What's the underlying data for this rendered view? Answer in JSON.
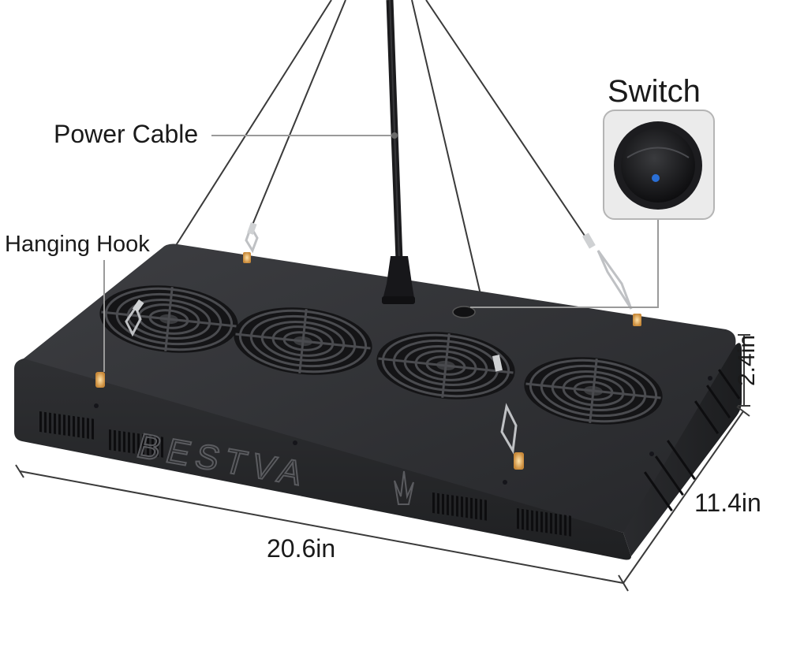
{
  "labels": {
    "power_cable": "Power Cable",
    "hanging_hook": "Hanging Hook",
    "switch": "Switch"
  },
  "dimensions": {
    "length": "20.6in",
    "width": "11.4in",
    "height": "2.4in"
  },
  "brand_logo_text": "BESTVA",
  "colors": {
    "housing": "#2a2b2d",
    "housing_top": "#35363a",
    "leader_line": "#9a9a9a",
    "switch_indicator": "#2a6fd6",
    "hook_glow": "#e8b66a",
    "background": "#ffffff"
  },
  "icons": [
    "fan-grille-icon",
    "rocker-switch-icon",
    "hanging-hook-icon",
    "power-plug-icon",
    "cannabis-leaf-logo-icon"
  ]
}
